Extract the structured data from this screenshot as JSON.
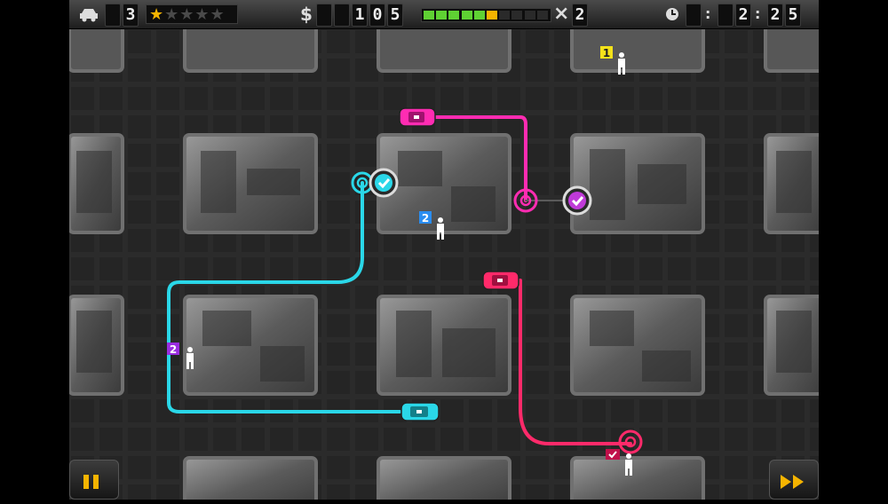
{
  "hud": {
    "taxi_count": "3",
    "rating": {
      "value": 1,
      "max": 5
    },
    "currency_symbol": "$",
    "money_digits": [
      "1",
      "0",
      "5"
    ],
    "fuel_level": 0.68,
    "fuel_segments": {
      "filled": 6,
      "total": 10
    },
    "multiplier_symbol": "×",
    "multiplier": "2",
    "timer_separator": ":",
    "timer_digits": [
      "2",
      "2",
      "5"
    ]
  },
  "passengers": [
    {
      "number": "1",
      "color": "#f4e21a"
    },
    {
      "number": "2",
      "color": "#2a8df0"
    },
    {
      "number": "2",
      "color": "#9a2de0"
    }
  ],
  "route_colors": {
    "magenta": "#ff2cb2",
    "cyan": "#2ad7e8",
    "red": "#ff2a6a"
  },
  "controls": {
    "pause_icon": "pause-icon",
    "fast_forward_icon": "fast-forward-icon"
  }
}
